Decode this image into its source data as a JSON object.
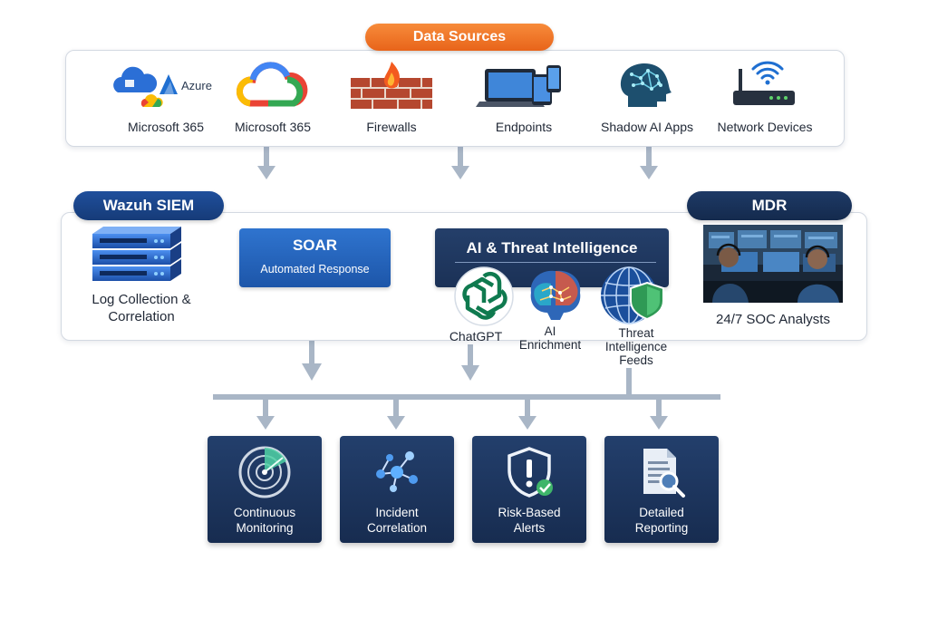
{
  "data_sources": {
    "title": "Data Sources",
    "items": [
      {
        "label": "Microsoft 365",
        "extra_text": "Azure"
      },
      {
        "label": "Microsoft 365"
      },
      {
        "label": "Firewalls"
      },
      {
        "label": "Endpoints"
      },
      {
        "label": "Shadow AI Apps"
      },
      {
        "label": "Network Devices"
      }
    ]
  },
  "siem": {
    "title": "Wazuh SIEM",
    "log_label": "Log Collection &\nCorrelation"
  },
  "soar": {
    "title": "SOAR",
    "subtitle": "Automated Response"
  },
  "ai": {
    "title": "AI & Threat Intelligence",
    "items": [
      {
        "label": "ChatGPT"
      },
      {
        "label": "AI\nEnrichment"
      },
      {
        "label": "Threat\nIntelligence\nFeeds"
      }
    ]
  },
  "mdr": {
    "title": "MDR",
    "label": "24/7 SOC Analysts"
  },
  "outputs": [
    {
      "label": "Continuous\nMonitoring",
      "icon": "radar-icon"
    },
    {
      "label": "Incident\nCorrelation",
      "icon": "network-graph-icon"
    },
    {
      "label": "Risk-Based\nAlerts",
      "icon": "shield-alert-icon"
    },
    {
      "label": "Detailed\nReporting",
      "icon": "report-search-icon"
    }
  ],
  "colors": {
    "orange": "#e8641a",
    "navy": "#1b3156",
    "blue": "#1d56a9",
    "arrow": "#a9b6c6"
  }
}
